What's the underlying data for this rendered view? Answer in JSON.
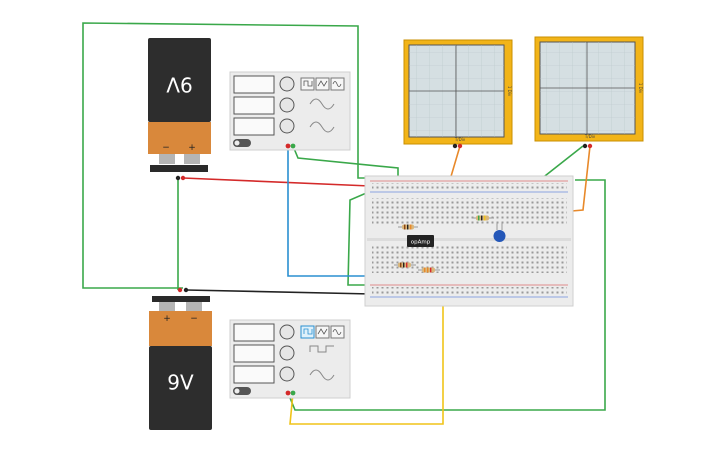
{
  "battery_top": {
    "label": "9V",
    "plus": "+",
    "minus": "−"
  },
  "battery_bottom": {
    "label": "9V",
    "plus": "+",
    "minus": "−"
  },
  "opamp": {
    "label": "opAmp"
  },
  "osc1": {
    "side_label": "1 Div",
    "time_label": "T/Div"
  },
  "osc2": {
    "side_label": "1 Div",
    "time_label": "T/Div"
  },
  "colors": {
    "battery_body": "#2d2d2d",
    "battery_cap": "#d9883b",
    "scope_frame": "#f2b418",
    "scope_screen": "#d5dfe2",
    "breadboard": "#ececec",
    "wire_green": "#3aa84a",
    "wire_red": "#d42a2a",
    "wire_black": "#222222",
    "wire_blue": "#2a8fd1",
    "wire_orange": "#e8892a",
    "wire_yellow": "#f0c419"
  }
}
